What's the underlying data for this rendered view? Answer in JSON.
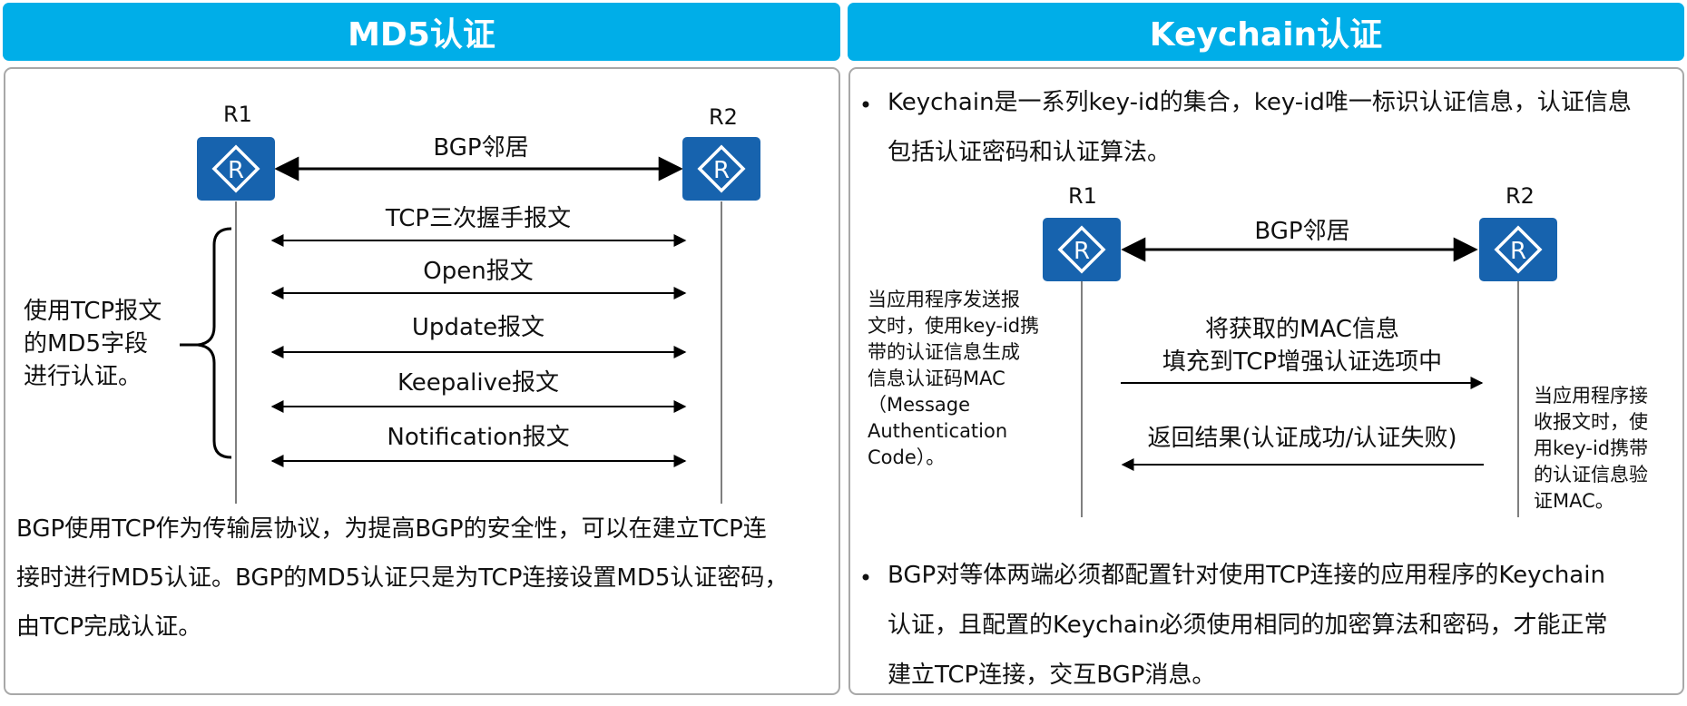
{
  "md5": {
    "header": "MD5认证",
    "r1_label": "R1",
    "r2_label": "R2",
    "neighbor_label": "BGP邻居",
    "messages": [
      "TCP三次握手报文",
      "Open报文",
      "Update报文",
      "Keepalive报文",
      "Notification报文"
    ],
    "brace_text_lines": [
      "使用TCP报文",
      "的MD5字段",
      "进行认证。"
    ],
    "description_lines": [
      "BGP使用TCP作为传输层协议，为提高BGP的安全性，可以在建立TCP连",
      "接时进行MD5认证。BGP的MD5认证只是为TCP连接设置MD5认证密码，",
      "由TCP完成认证。"
    ]
  },
  "keychain": {
    "header": "Keychain认证",
    "bullet1_lines": [
      "Keychain是一系列key-id的集合，key-id唯一标识认证信息，认证信息",
      "包括认证密码和认证算法。"
    ],
    "r1_label": "R1",
    "r2_label": "R2",
    "neighbor_label": "BGP邻居",
    "left_note_lines": [
      "当应用程序发送报",
      "文时，使用key-id携",
      "带的认证信息生成",
      "信息认证码MAC",
      "（Message",
      "Authentication",
      "Code）。"
    ],
    "msg1_lines": [
      "将获取的MAC信息",
      "填充到TCP增强认证选项中"
    ],
    "msg2": "返回结果(认证成功/认证失败)",
    "right_note_lines": [
      "当应用程序接",
      "收报文时，使",
      "用key-id携带",
      "的认证信息验",
      "证MAC。"
    ],
    "bullet2_lines": [
      "BGP对等体两端必须都配置针对使用TCP连接的应用程序的Keychain",
      "认证，且配置的Keychain必须使用相同的加密算法和密码，才能正常",
      "建立TCP连接，交互BGP消息。"
    ]
  },
  "colors": {
    "header_bg": "#00aee8",
    "router_bg": "#1763ae",
    "panel_border": "#a8a8a8"
  }
}
